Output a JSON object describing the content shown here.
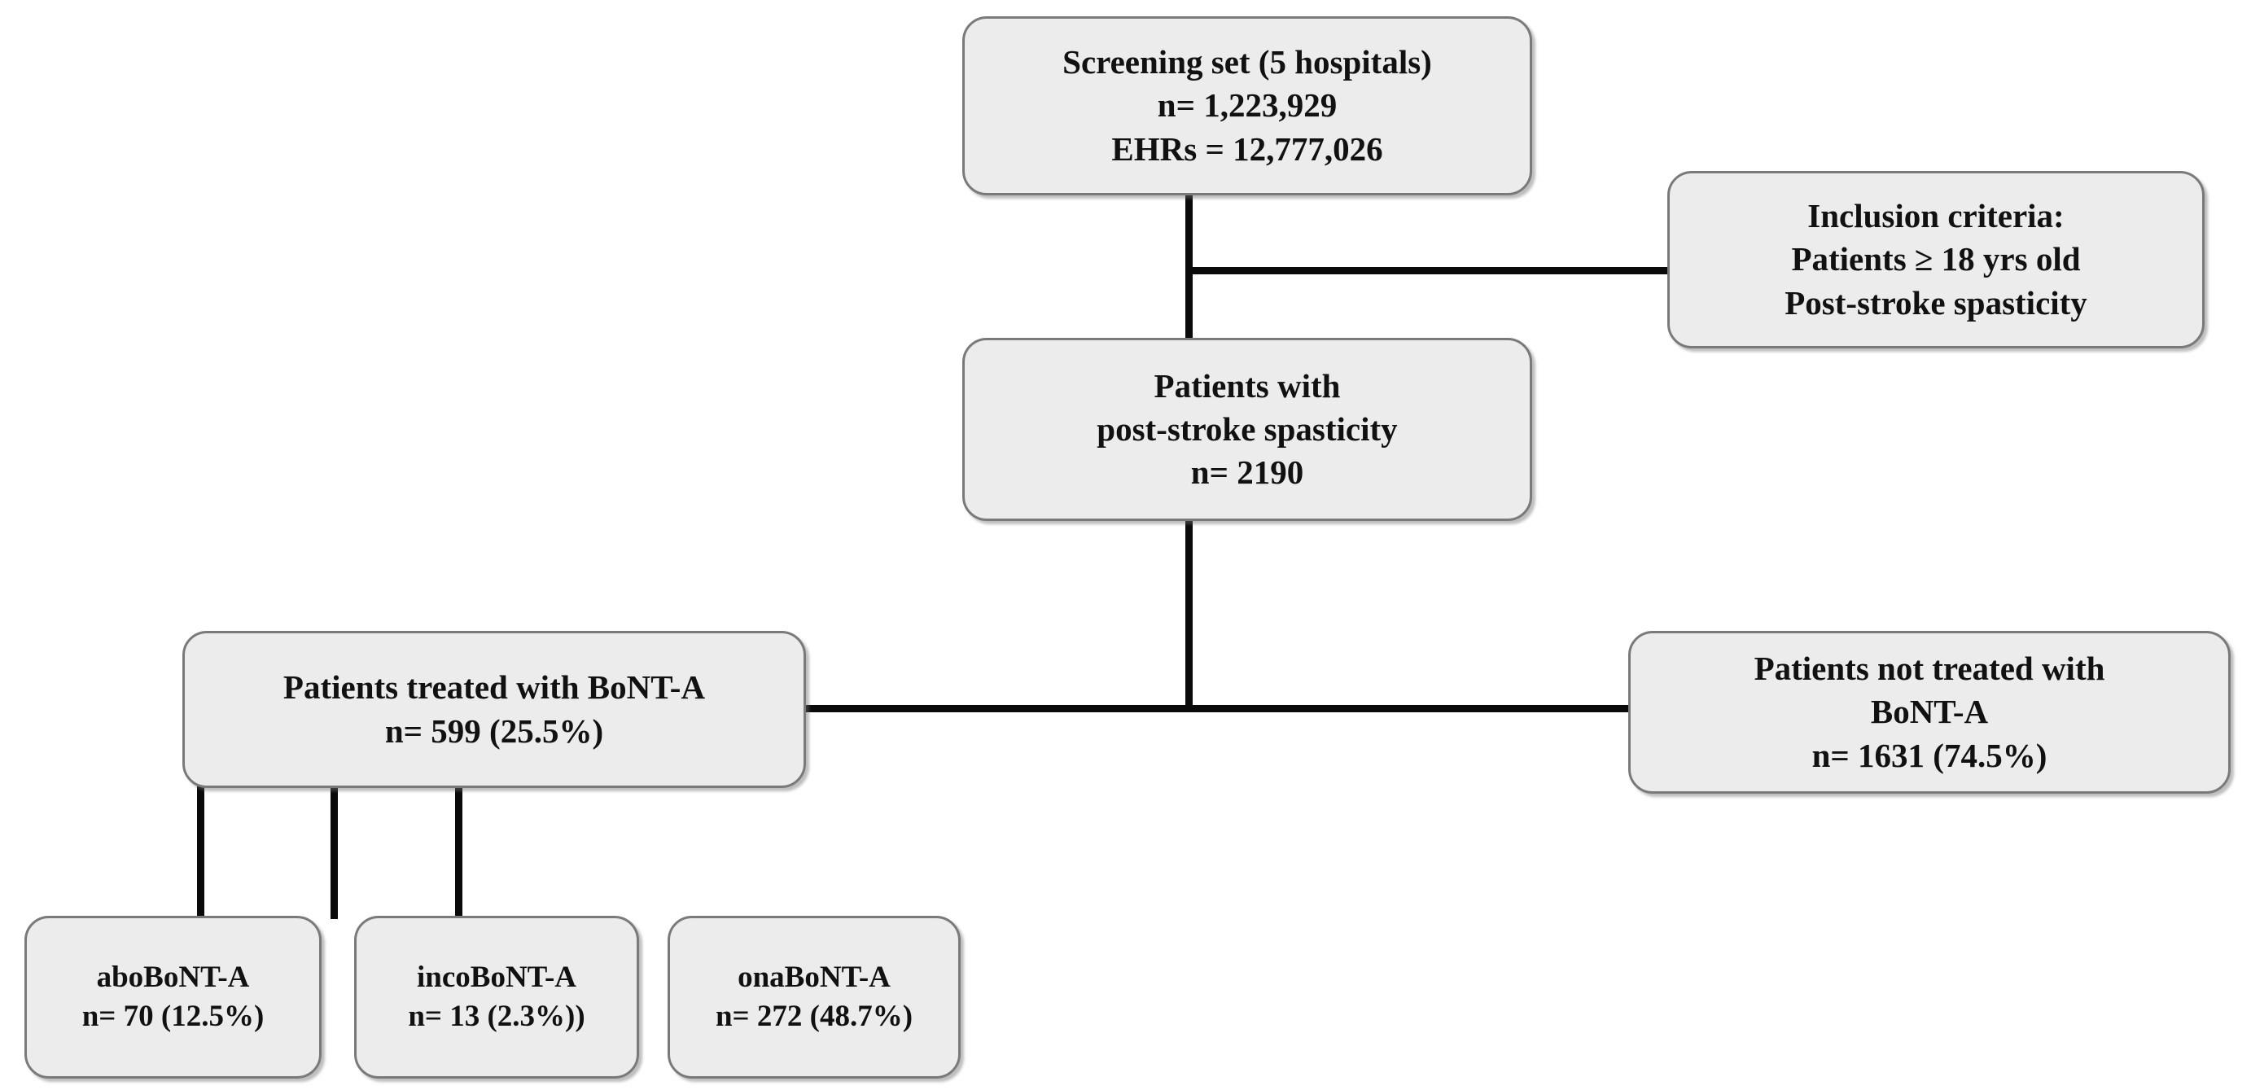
{
  "diagram": {
    "title": "Patient selection flow diagram",
    "colors": {
      "node_fill": "#ececec",
      "node_border": "#7a7a7a",
      "connector": "#0a0a0a",
      "background": "#ffffff",
      "text": "#111111"
    },
    "nodes": {
      "screening": {
        "id": "screening-set",
        "lines": [
          "Screening set (5 hospitals)",
          "n= 1,223,929",
          "EHRs = 12,777,026"
        ],
        "line1": "Screening set (5 hospitals)",
        "line2": "n= 1,223,929",
        "line3": "EHRs = 12,777,026"
      },
      "inclusion": {
        "id": "inclusion-criteria",
        "lines": [
          "Inclusion criteria:",
          "Patients ≥ 18 yrs old",
          "Post-stroke spasticity"
        ],
        "line1": "Inclusion criteria:",
        "line2": "Patients ≥ 18 yrs old",
        "line3": "Post-stroke spasticity"
      },
      "spasticity": {
        "id": "patients-post-stroke-spasticity",
        "lines": [
          "Patients with",
          "post-stroke spasticity",
          "n= 2190"
        ],
        "line1": "Patients with",
        "line2": "post-stroke spasticity",
        "line3": "n= 2190"
      },
      "treated": {
        "id": "patients-treated-bont-a",
        "lines": [
          "Patients treated with BoNT-A",
          "n= 599 (25.5%)"
        ],
        "line1": "Patients treated with BoNT-A",
        "line2": "n= 599 (25.5%)"
      },
      "untreated": {
        "id": "patients-not-treated-bont-a",
        "lines": [
          "Patients not treated with",
          "BoNT-A",
          "n= 1631 (74.5%)"
        ],
        "line1": "Patients not treated with",
        "line2": "BoNT-A",
        "line3": "n= 1631 (74.5%)"
      },
      "abo": {
        "id": "abobont-a",
        "lines": [
          "aboBoNT-A",
          "n= 70 (12.5%)"
        ],
        "line1": "aboBoNT-A",
        "line2": "n= 70 (12.5%)"
      },
      "inco": {
        "id": "incobont-a",
        "lines": [
          "incoBoNT-A",
          "n= 13 (2.3%))"
        ],
        "line1": "incoBoNT-A",
        "line2": "n= 13 (2.3%))"
      },
      "ona": {
        "id": "onabont-a",
        "lines": [
          "onaBoNT-A",
          "n= 272 (48.7%)"
        ],
        "line1": "onaBoNT-A",
        "line2": "n= 272 (48.7%)"
      }
    },
    "flow_data": {
      "screened_patients": 1223929,
      "screened_ehrs": 12777026,
      "hospitals": 5,
      "post_stroke_spasticity": 2190,
      "treated_bont_a": 599,
      "treated_bont_a_pct": 25.5,
      "not_treated_bont_a": 1631,
      "not_treated_bont_a_pct": 74.5,
      "abobont_a": 70,
      "abobont_a_pct": 12.5,
      "incobont_a": 13,
      "incobont_a_pct": 2.3,
      "onabont_a": 272,
      "onabont_a_pct": 48.7,
      "min_age_years": 18
    },
    "edges": [
      {
        "from": "screening",
        "to": "spasticity",
        "type": "vertical"
      },
      {
        "from": "screening-stem",
        "to": "inclusion",
        "type": "horizontal"
      },
      {
        "from": "spasticity",
        "to": "split",
        "type": "vertical"
      },
      {
        "from": "split",
        "to": "treated",
        "type": "horizontal"
      },
      {
        "from": "split",
        "to": "untreated",
        "type": "horizontal"
      },
      {
        "from": "treated",
        "to": "abo",
        "type": "vertical"
      },
      {
        "from": "treated",
        "to": "inco",
        "type": "vertical"
      },
      {
        "from": "treated",
        "to": "ona",
        "type": "vertical"
      }
    ]
  }
}
